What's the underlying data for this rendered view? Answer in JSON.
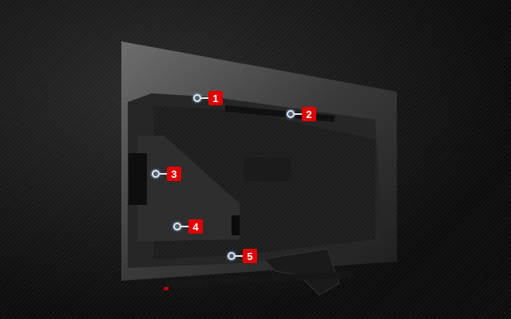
{
  "hotspots": [
    {
      "label": "1"
    },
    {
      "label": "2"
    },
    {
      "label": "3"
    },
    {
      "label": "4"
    },
    {
      "label": "5"
    }
  ],
  "colors": {
    "badge": "#e00000",
    "background": "#141414"
  }
}
